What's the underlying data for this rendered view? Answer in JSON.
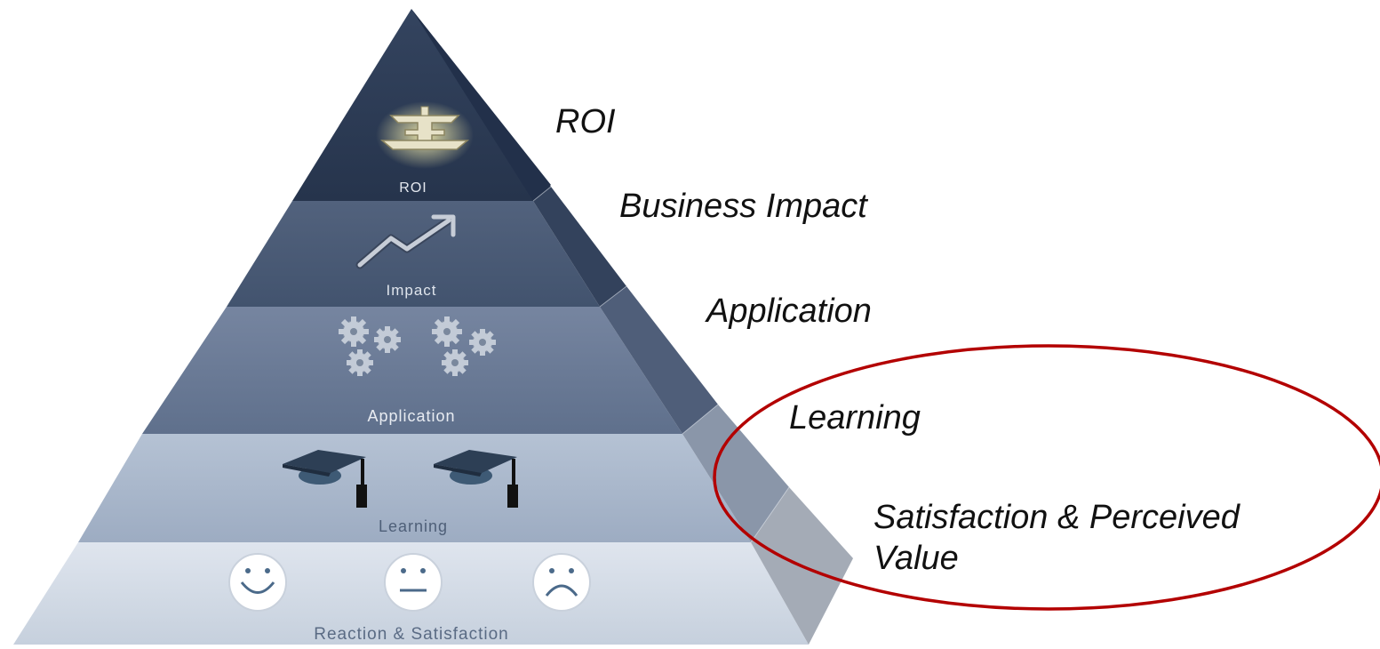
{
  "pyramid": {
    "tiers": [
      {
        "id": "roi",
        "label": "ROI",
        "icon": "eagle-emblem-icon"
      },
      {
        "id": "impact",
        "label": "Impact",
        "icon": "trend-arrow-icon"
      },
      {
        "id": "application",
        "label": "Application",
        "icon": "gears-icon"
      },
      {
        "id": "learning",
        "label": "Learning",
        "icon": "graduation-cap-icon"
      },
      {
        "id": "reaction",
        "label": "Reaction & Satisfaction",
        "icon": "smiley-faces-icon"
      }
    ],
    "colors": {
      "roi": "#2f3e58",
      "impact": "#4a5b77",
      "application": "#6b7c97",
      "learning": "#a9b7cb",
      "reaction": "#d3dbe6",
      "side_dark": "#3a4861",
      "side_light": "#a6adb8",
      "highlight_ellipse": "#b30000"
    }
  },
  "right_labels": {
    "roi": "ROI",
    "business_impact": "Business Impact",
    "application": "Application",
    "learning": "Learning",
    "satisfaction_line1": "Satisfaction & Perceived",
    "satisfaction_line2": "Value"
  }
}
